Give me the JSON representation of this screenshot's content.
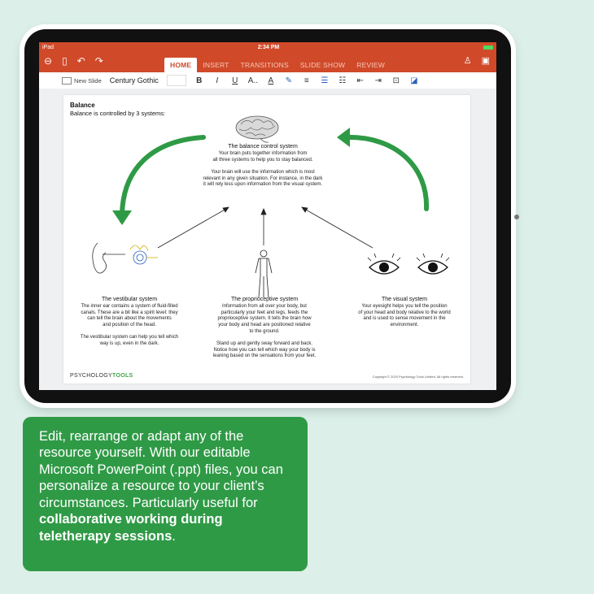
{
  "status": {
    "carrier": "iPad",
    "time": "2:34 PM"
  },
  "ribbon": {
    "tabs": [
      "HOME",
      "INSERT",
      "TRANSITIONS",
      "SLIDE SHOW",
      "REVIEW"
    ]
  },
  "toolbar": {
    "new_slide": "New Slide",
    "font": "Century Gothic",
    "bold": "B",
    "italic": "I",
    "underline": "U",
    "font_size_btn": "A..",
    "font_color": "A"
  },
  "slide": {
    "title": "Balance",
    "subtitle": "Balance is controlled by 3 systems:",
    "center": {
      "heading": "The balance control system",
      "line1": "Your brain puts together information from",
      "line2": "all three systems to help you to stay balanced.",
      "line3": "Your brain will use the information which is most",
      "line4": "relevant in any given situation. For instance, in the dark",
      "line5": "it will rely less upon information from the visual system."
    },
    "vestibular": {
      "heading": "The vestibular system",
      "line1": "The inner ear contains a system of fluid-filled",
      "line2": "canals. These are a bit like a spirit level: they",
      "line3": "can tell the brain about the movements",
      "line4": "and position of the head.",
      "line5": "The vestibular system can help you tell which",
      "line6": "way is up, even in the dark."
    },
    "proprioceptive": {
      "heading": "The proprioceptive system",
      "line1": "Information from all over your body, but",
      "line2": "particularly your feet and legs, feeds the",
      "line3": "proprioceptive system. It tells the brain how",
      "line4": "your body and head are positioned relative",
      "line5": "to the ground.",
      "line6": "Stand up and gently sway forward and back.",
      "line7": "Notice how you can tell which way your body is",
      "line8": "leaning based on the sensations from your feet."
    },
    "visual": {
      "heading": "The visual system",
      "line1": "Your eyesight helps you tell the position",
      "line2": "of your head and body relative to the world",
      "line3": "and is used to sense movement in the",
      "line4": "environment."
    },
    "logo_a": "PSYCHOLOGY",
    "logo_b": "TOOLS",
    "copyright": "Copyright © 2020 Psychology Tools Limited. All rights reserved."
  },
  "note": {
    "text_a": "Edit, rearrange or adapt any of the resource yourself. With our editable Microsoft PowerPoint (.ppt) files, you can personalize a resource to your client’s circumstances. Particularly useful for ",
    "text_bold": "collaborative working during teletherapy sessions",
    "text_end": "."
  },
  "colors": {
    "accent": "#d04a2a",
    "green": "#2f9a46",
    "bg": "#dcefe9"
  }
}
